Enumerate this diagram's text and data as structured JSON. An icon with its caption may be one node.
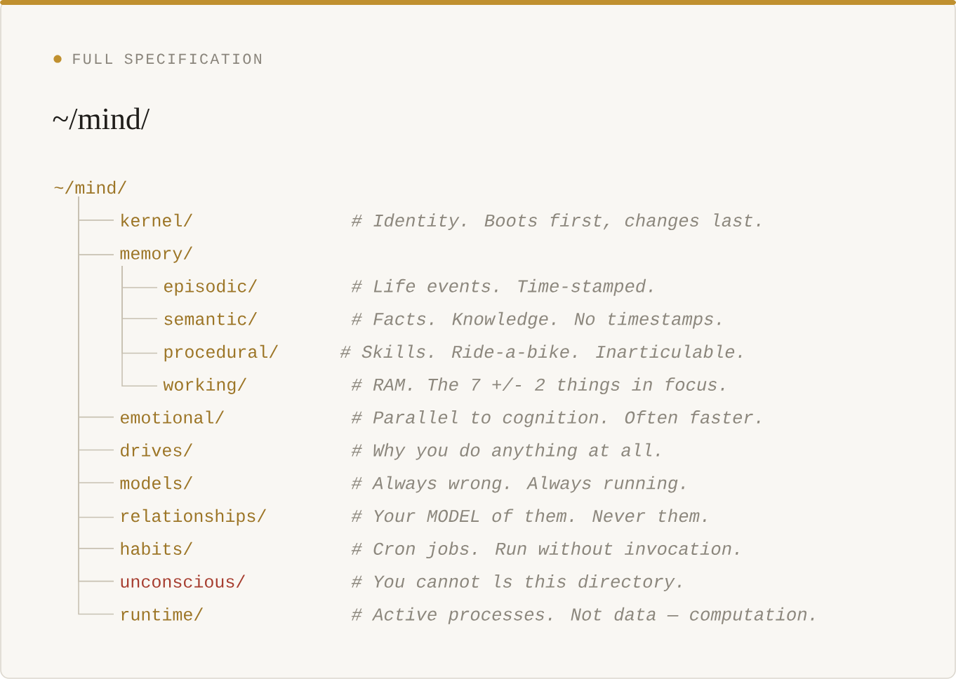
{
  "diagram": {
    "title": "~/mind/",
    "nodes": [
      {
        "text": [
          "~/mind/"
        ]
      },
      {
        "text": [
          "kernel/"
        ]
      },
      {
        "text": [
          "memory/"
        ]
      },
      {
        "text": [
          "episodic/"
        ]
      },
      {
        "text": [
          "semantic/"
        ]
      },
      {
        "text": [
          "procedural/"
        ]
      },
      {
        "text": [
          "working/"
        ]
      },
      {
        "text": [
          "emotional/"
        ]
      },
      {
        "text": [
          "drives/"
        ]
      },
      {
        "text": [
          "models/"
        ]
      },
      {
        "text": [
          "relationships/"
        ]
      },
      {
        "text": [
          "habits/"
        ]
      },
      {
        "text": [
          "unconscious/"
        ]
      },
      {
        "text": [
          "runtime/"
        ]
      }
    ],
    "edges": [
      {
        "from": 0,
        "to": 1,
        "arrow": "none"
      },
      {
        "from": 0,
        "to": 2,
        "arrow": "none"
      },
      {
        "from": 2,
        "to": 3,
        "arrow": "none"
      },
      {
        "from": 2,
        "to": 4,
        "arrow": "none"
      },
      {
        "from": 2,
        "to": 5,
        "arrow": "none"
      },
      {
        "from": 2,
        "to": 6,
        "arrow": "none"
      },
      {
        "from": 0,
        "to": 7,
        "arrow": "none"
      },
      {
        "from": 0,
        "to": 8,
        "arrow": "none"
      },
      {
        "from": 0,
        "to": 9,
        "arrow": "none"
      },
      {
        "from": 0,
        "to": 10,
        "arrow": "none"
      },
      {
        "from": 0,
        "to": 11,
        "arrow": "none"
      },
      {
        "from": 0,
        "to": 12,
        "arrow": "none"
      },
      {
        "from": 0,
        "to": 13,
        "arrow": "none"
      }
    ],
    "labels": [
      "FULL SPECIFICATION",
      "# Identity. Boots first, changes last.",
      "# Life events. Time-stamped.",
      "# Facts. Knowledge. No timestamps.",
      "# Skills. Ride-a-bike. Inarticulable.",
      "# RAM. The 7 +/- 2 things in focus.",
      "# Parallel to cognition. Often faster.",
      "# Why you do anything at all.",
      "# Always wrong. Always running.",
      "# Your MODEL of them. Never them.",
      "# Cron jobs. Run without invocation.",
      "# You cannot ls this directory.",
      "# Active processes. Not data — computation."
    ]
  }
}
